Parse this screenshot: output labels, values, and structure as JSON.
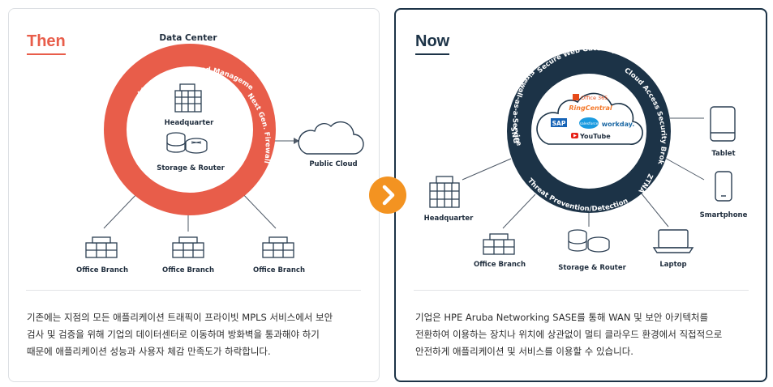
{
  "then": {
    "heading": "Then",
    "top_label": "Data Center",
    "ring_labels": [
      "Identity Access and Management",
      "Next Gen. Firewall"
    ],
    "center_items": [
      "Headquarter",
      "Storage & Router"
    ],
    "public_cloud": "Public Cloud",
    "branches": [
      "Office Branch",
      "Office Branch",
      "Office Branch"
    ],
    "description": [
      "기존에는 지점의 모든 애플리케이션 트래픽이 프라이빗 MPLS 서비스에서 보안",
      "검사 및 검증을 위해 기업의 데이터센터로 이동하며 방화벽을 통과해야 하기",
      "때문에 애플리케이션 성능과 사용자 체감 만족도가 하락합니다."
    ],
    "accent_color": "#e85d4a"
  },
  "now": {
    "heading": "Now",
    "ring_labels": [
      "Secure Web Gateway",
      "Cloud Access Security Broker",
      "ZTNA",
      "Threat Prevention/Detection",
      "DNS",
      "Firewall-as-a-Service"
    ],
    "cloud_apps": [
      "Office 365",
      "RingCentral",
      "SAP",
      "salesforce",
      "workday.",
      "YouTube"
    ],
    "devices": [
      "Tablet",
      "Smartphone",
      "Laptop",
      "Storage & Router",
      "Office Branch",
      "Headquarter"
    ],
    "description": [
      "기업은 HPE Aruba Networking SASE를 통해 WAN 및 보안 아키텍처를",
      "전환하여 이용하는 장치나 위치에 상관없이 멀티 클라우드 환경에서 직접적으로",
      "안전하게 애플리케이션 및 서비스를 이용할 수 있습니다."
    ],
    "accent_color": "#1c3347"
  },
  "next_button_color": "#f39321"
}
